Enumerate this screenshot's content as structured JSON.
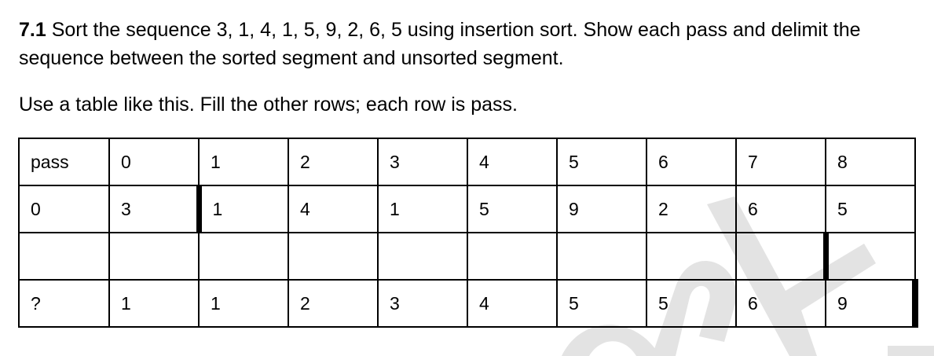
{
  "question": {
    "number": "7.1",
    "text": "Sort the sequence 3, 1, 4, 1, 5, 9, 2, 6, 5 using insertion sort. Show each pass and delimit the sequence between the sorted segment and unsorted segment."
  },
  "instruction": "Use a table like this. Fill the other rows; each row is pass.",
  "table": {
    "header": [
      "pass",
      "0",
      "1",
      "2",
      "3",
      "4",
      "5",
      "6",
      "7",
      "8"
    ],
    "rows": [
      [
        "0",
        "3",
        "1",
        "4",
        "1",
        "5",
        "9",
        "2",
        "6",
        "5"
      ],
      [
        "",
        "",
        "",
        "",
        "",
        "",
        "",
        "",
        "",
        ""
      ],
      [
        "?",
        "1",
        "1",
        "2",
        "3",
        "4",
        "5",
        "5",
        "6",
        "9"
      ]
    ]
  }
}
